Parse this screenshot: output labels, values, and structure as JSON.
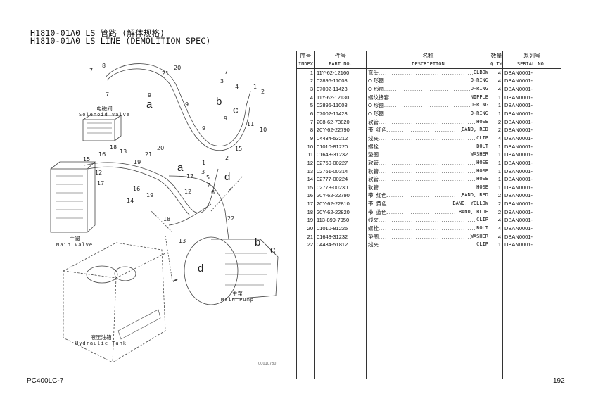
{
  "title": {
    "line1": "H1810-01A0 LS 管路 (解体规格)",
    "line2": "H1810-01A0 LS LINE (DEMOLITION SPEC)"
  },
  "diagram": {
    "callouts": [
      "7",
      "8",
      "7",
      "21",
      "20",
      "7",
      "3",
      "4",
      "1",
      "2",
      "a",
      "b",
      "c",
      "9",
      "9",
      "9",
      "9",
      "11",
      "10",
      "18",
      "13",
      "16",
      "15",
      "21",
      "20",
      "19",
      "12",
      "17",
      "16",
      "14",
      "19",
      "a",
      "1",
      "3",
      "2",
      "15",
      "17",
      "5",
      "7",
      "6",
      "d",
      "4",
      "12",
      "22",
      "18",
      "13",
      "b",
      "c",
      "d"
    ],
    "captions": {
      "solenoid_cn": "电磁阀",
      "solenoid_en": "Solenoid Valve",
      "mainvalve_cn": "主阀",
      "mainvalve_en": "Main Valve",
      "pump_cn": "主泵",
      "pump_en": "Main Pump",
      "tank_cn": "液压油箱",
      "tank_en": "Hydraulic Tank"
    },
    "drawing_code": "00010780"
  },
  "table": {
    "headers_cn": [
      "序号",
      "件号",
      "名称",
      "数量",
      "系列号"
    ],
    "headers_en": [
      "INDEX",
      "PART NO.",
      "DESCRIPTION",
      "Q'TY",
      "SERIAL NO."
    ],
    "rows": [
      {
        "index": "1",
        "part": "11Y-62-12160",
        "cn": "弯头",
        "en": "ELBOW",
        "qty": "4",
        "serial": "DBAN0001-"
      },
      {
        "index": "2",
        "part": "02896-11008",
        "cn": "O 形圈",
        "en": "O-RING",
        "qty": "4",
        "serial": "DBAN0001-"
      },
      {
        "index": "3",
        "part": "07002-11423",
        "cn": "O 形圈",
        "en": "O-RING",
        "qty": "4",
        "serial": "DBAN0001-"
      },
      {
        "index": "4",
        "part": "11Y-62-12130",
        "cn": "螺纹接套",
        "en": "NIPPLE",
        "qty": "1",
        "serial": "DBAN0001-"
      },
      {
        "index": "5",
        "part": "02896-11008",
        "cn": "O 形圈",
        "en": "O-RING",
        "qty": "1",
        "serial": "DBAN0001-"
      },
      {
        "index": "6",
        "part": "07002-11423",
        "cn": "O 形圈",
        "en": "O-RING",
        "qty": "1",
        "serial": "DBAN0001-"
      },
      {
        "index": "7",
        "part": "208-62-73820",
        "cn": "软管",
        "en": "HOSE",
        "qty": "2",
        "serial": "DBAN0001-"
      },
      {
        "index": "8",
        "part": "20Y-62-22790",
        "cn": "带, 红色",
        "en": "BAND, RED",
        "qty": "2",
        "serial": "DBAN0001-"
      },
      {
        "index": "9",
        "part": "04434-53212",
        "cn": "线夹",
        "en": "CLIP",
        "qty": "4",
        "serial": "DBAN0001-"
      },
      {
        "index": "10",
        "part": "01010-81220",
        "cn": "螺栓",
        "en": "BOLT",
        "qty": "1",
        "serial": "DBAN0001-"
      },
      {
        "index": "11",
        "part": "01643-31232",
        "cn": "垫圈",
        "en": "WASHER",
        "qty": "1",
        "serial": "DBAN0001-"
      },
      {
        "index": "12",
        "part": "02760-00227",
        "cn": "软管",
        "en": "HOSE",
        "qty": "1",
        "serial": "DBAN0001-"
      },
      {
        "index": "13",
        "part": "02761-00314",
        "cn": "软管",
        "en": "HOSE",
        "qty": "1",
        "serial": "DBAN0001-"
      },
      {
        "index": "14",
        "part": "02777-00224",
        "cn": "软管",
        "en": "HOSE",
        "qty": "1",
        "serial": "DBAN0001-"
      },
      {
        "index": "15",
        "part": "02778-00230",
        "cn": "软管",
        "en": "HOSE",
        "qty": "1",
        "serial": "DBAN0001-"
      },
      {
        "index": "16",
        "part": "20Y-62-22790",
        "cn": "带, 红色",
        "en": "BAND, RED",
        "qty": "2",
        "serial": "DBAN0001-"
      },
      {
        "index": "17",
        "part": "20Y-62-22810",
        "cn": "带, 黄色",
        "en": "BAND, YELLOW",
        "qty": "2",
        "serial": "DBAN0001-"
      },
      {
        "index": "18",
        "part": "20Y-62-22820",
        "cn": "带, 蓝色",
        "en": "BAND, BLUE",
        "qty": "2",
        "serial": "DBAN0001-"
      },
      {
        "index": "19",
        "part": "113-899-7950",
        "cn": "线夹",
        "en": "CLIP",
        "qty": "4",
        "serial": "DBAN0001-"
      },
      {
        "index": "20",
        "part": "01010-81225",
        "cn": "螺栓",
        "en": "BOLT",
        "qty": "4",
        "serial": "DBAN0001-"
      },
      {
        "index": "21",
        "part": "01643-31232",
        "cn": "垫圈",
        "en": "WASHER",
        "qty": "4",
        "serial": "DBAN0001-"
      },
      {
        "index": "22",
        "part": "04434-51812",
        "cn": "线夹",
        "en": "CLIP",
        "qty": "1",
        "serial": "DBAN0001-"
      }
    ]
  },
  "footer": {
    "model": "PC400LC-7",
    "page": "192"
  }
}
